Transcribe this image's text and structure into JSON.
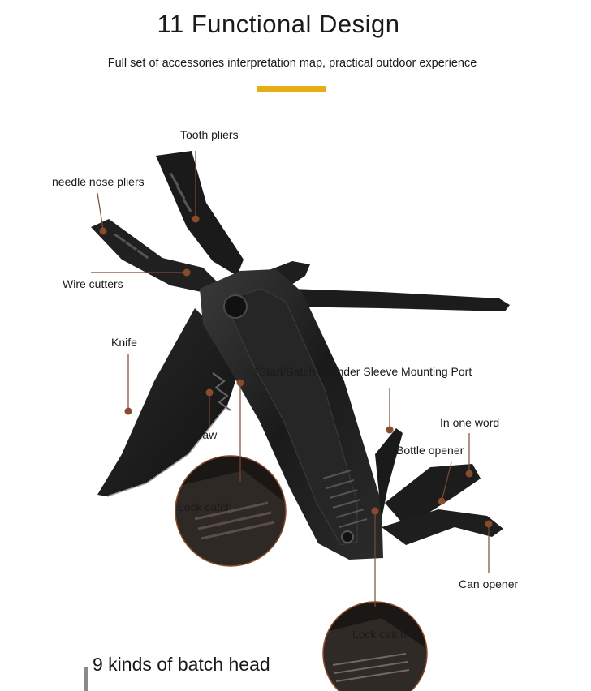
{
  "header": {
    "title": "11 Functional Design",
    "subtitle": "Full set of accessories interpretation map, practical outdoor experience",
    "accent_color": "#e3ae16"
  },
  "callouts": {
    "tooth_pliers": "Tooth pliers",
    "needle_nose_pliers": "needle nose pliers",
    "wire_cutters": "Wire cutters",
    "knife": "Knife",
    "saw": "Saw",
    "lock_catch_left": "Lock catch",
    "mounting_port": "\"Start/Batch Cylinder Sleeve Mounting Port",
    "in_one_word": "In one word",
    "bottle_opener": "Bottle opener",
    "can_opener": "Can opener",
    "lock_catch_bottom": "Lock catch"
  },
  "footer": {
    "caption": "9 kinds of batch head"
  },
  "colors": {
    "tool_body": "#1e1e1e",
    "callout_line": "#7a4a36",
    "callout_dot": "#8a4a2c"
  }
}
